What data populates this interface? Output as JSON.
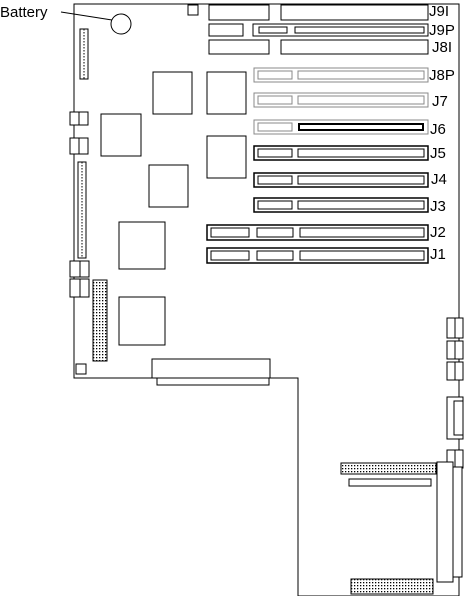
{
  "labels": {
    "battery": "Battery",
    "slots": [
      "J9I",
      "J9P",
      "J8I",
      "J8P",
      "J7",
      "J6",
      "J5",
      "J4",
      "J3",
      "J2",
      "J1"
    ]
  },
  "colors": {
    "line": "#000000",
    "pci_slot_outline": "#888888",
    "background": "#ffffff"
  }
}
